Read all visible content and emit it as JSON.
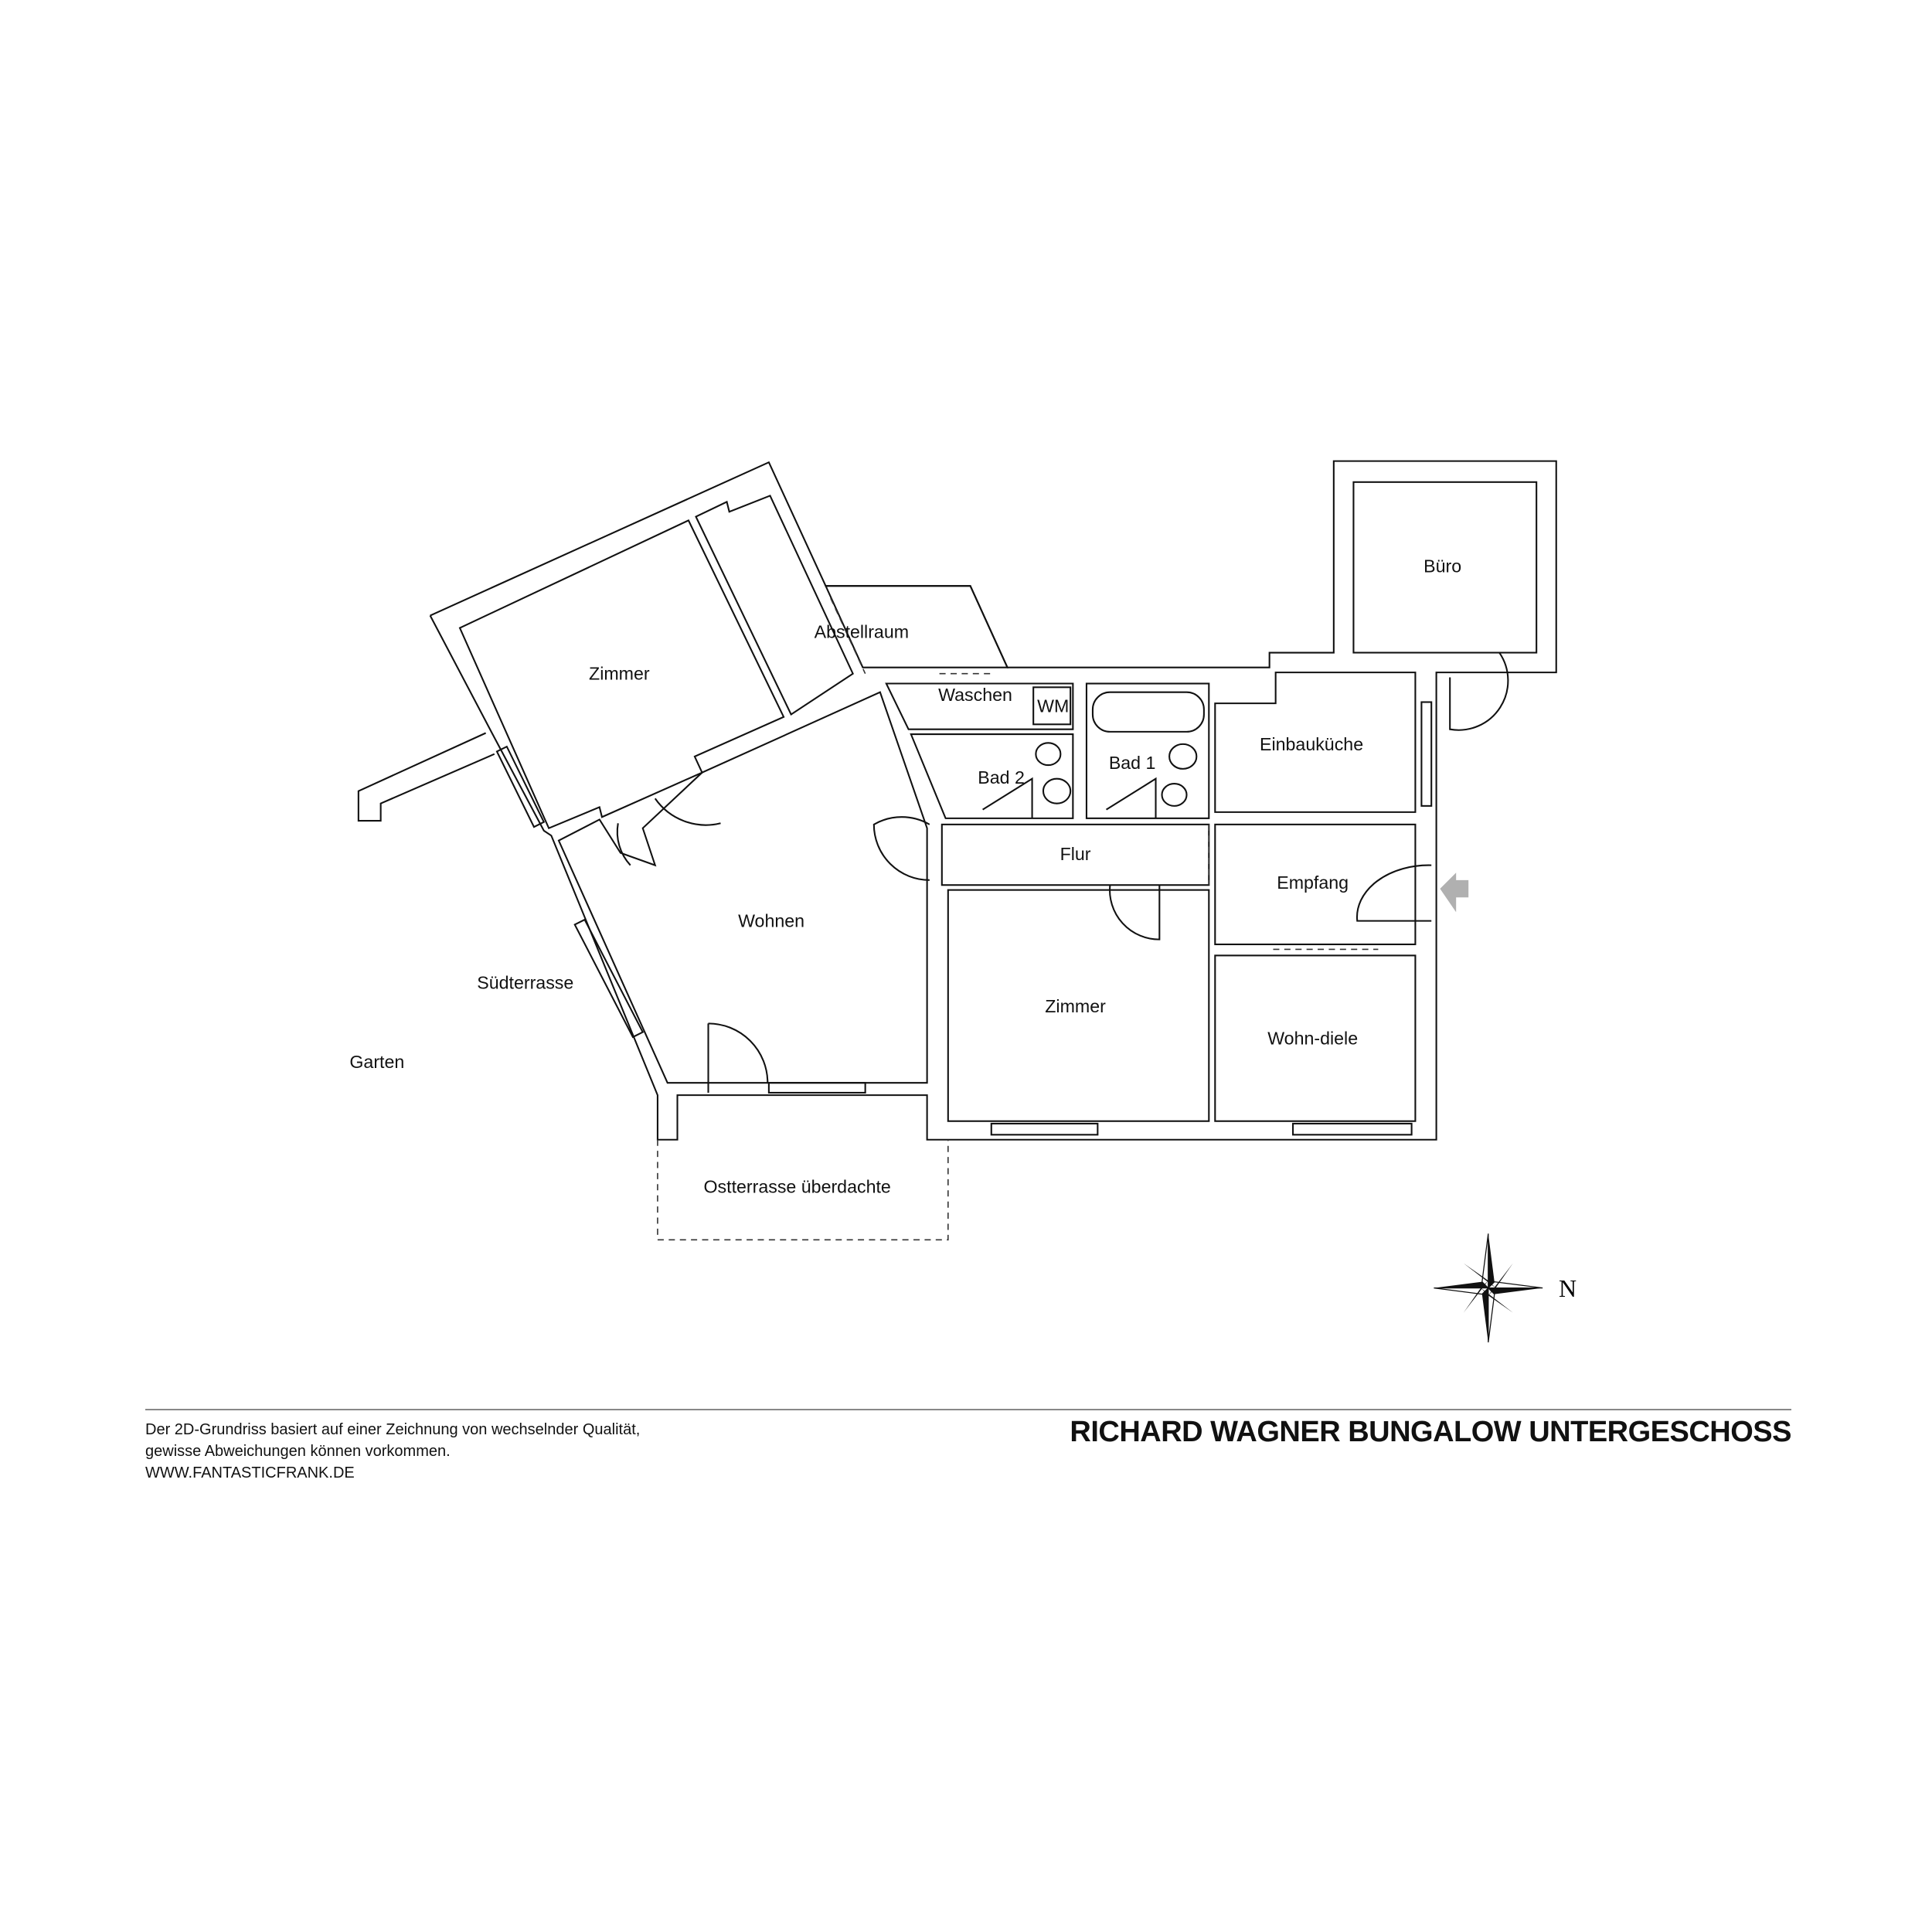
{
  "rooms": {
    "zimmer_nw": "Zimmer",
    "abstellraum": "Abstellraum",
    "waschen": "Waschen",
    "wm": "WM",
    "bad2": "Bad 2",
    "bad1": "Bad 1",
    "buero": "Büro",
    "einbaukueche": "Einbauküche",
    "flur": "Flur",
    "empfang": "Empfang",
    "wohnen": "Wohnen",
    "zimmer_s": "Zimmer",
    "wohn_diele": "Wohn-diele",
    "suedterrasse": "Südterrasse",
    "garten": "Garten",
    "ostterrasse": "Ostterrasse überdachte"
  },
  "compass": {
    "north_label": "N"
  },
  "footer": {
    "disclaimer_line1": "Der 2D-Grundriss basiert auf einer Zeichnung von wechselnder Qualität,",
    "disclaimer_line2": "gewisse Abweichungen können vorkommen.",
    "website": "WWW.FANTASTICFRANK.DE",
    "title": "RICHARD WAGNER BUNGALOW UNTERGESCHOSS"
  },
  "colors": {
    "wall": "#111111",
    "entrance_arrow": "#b0b0b0"
  },
  "icons": [
    "compass-rose-icon",
    "entrance-arrow-icon",
    "bathtub-icon",
    "toilet-icon",
    "sink-icon"
  ]
}
